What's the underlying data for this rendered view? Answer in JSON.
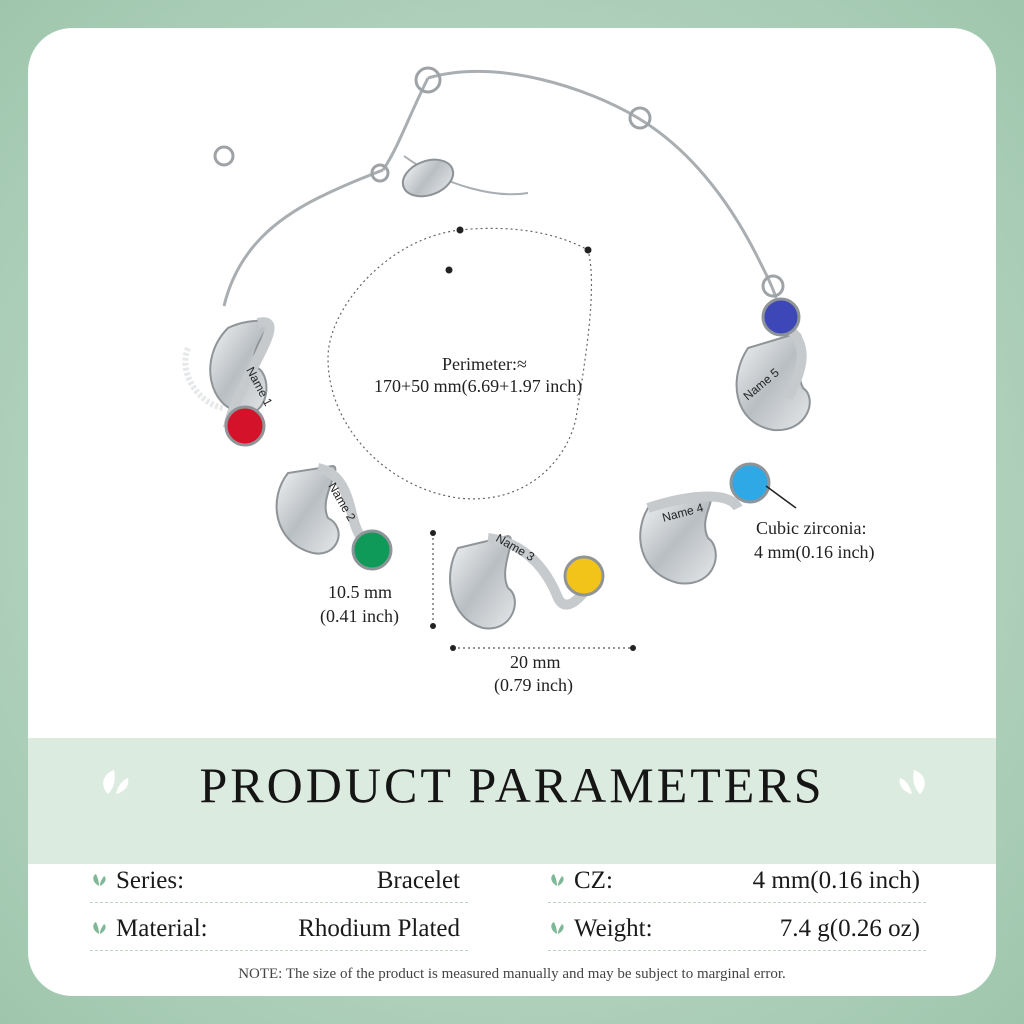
{
  "heading": "PRODUCT PARAMETERS",
  "annotations": {
    "perimeter_label": "Perimeter:≈",
    "perimeter_value": "170+50 mm(6.69+1.97 inch)",
    "height_mm": "10.5 mm",
    "height_inch": "(0.41 inch)",
    "width_mm": "20 mm",
    "width_inch": "(0.79 inch)",
    "stone_label": "Cubic zirconia:",
    "stone_value": "4 mm(0.16 inch)"
  },
  "engravings": [
    "Name 1",
    "Name 2",
    "Name 3",
    "Name 4",
    "Name 5"
  ],
  "stones": [
    {
      "name": "red",
      "color": "#d4132a"
    },
    {
      "name": "green",
      "color": "#0f9a5a"
    },
    {
      "name": "yellow",
      "color": "#f2c41a"
    },
    {
      "name": "blue",
      "color": "#2fa9e6"
    },
    {
      "name": "navy",
      "color": "#3d47b8"
    }
  ],
  "params": [
    {
      "label": "Series:",
      "value": "Bracelet"
    },
    {
      "label": "Material:",
      "value": "Rhodium Plated"
    },
    {
      "label": "CZ:",
      "value": "4 mm(0.16 inch)"
    },
    {
      "label": "Weight:",
      "value": "7.4 g(0.26 oz)"
    }
  ],
  "note": "NOTE: The size of the product is measured manually and may be subject to marginal error.",
  "colors": {
    "accent": "#a9cbb6",
    "band": "#dcebdf",
    "metal": "#c9cdd0"
  }
}
